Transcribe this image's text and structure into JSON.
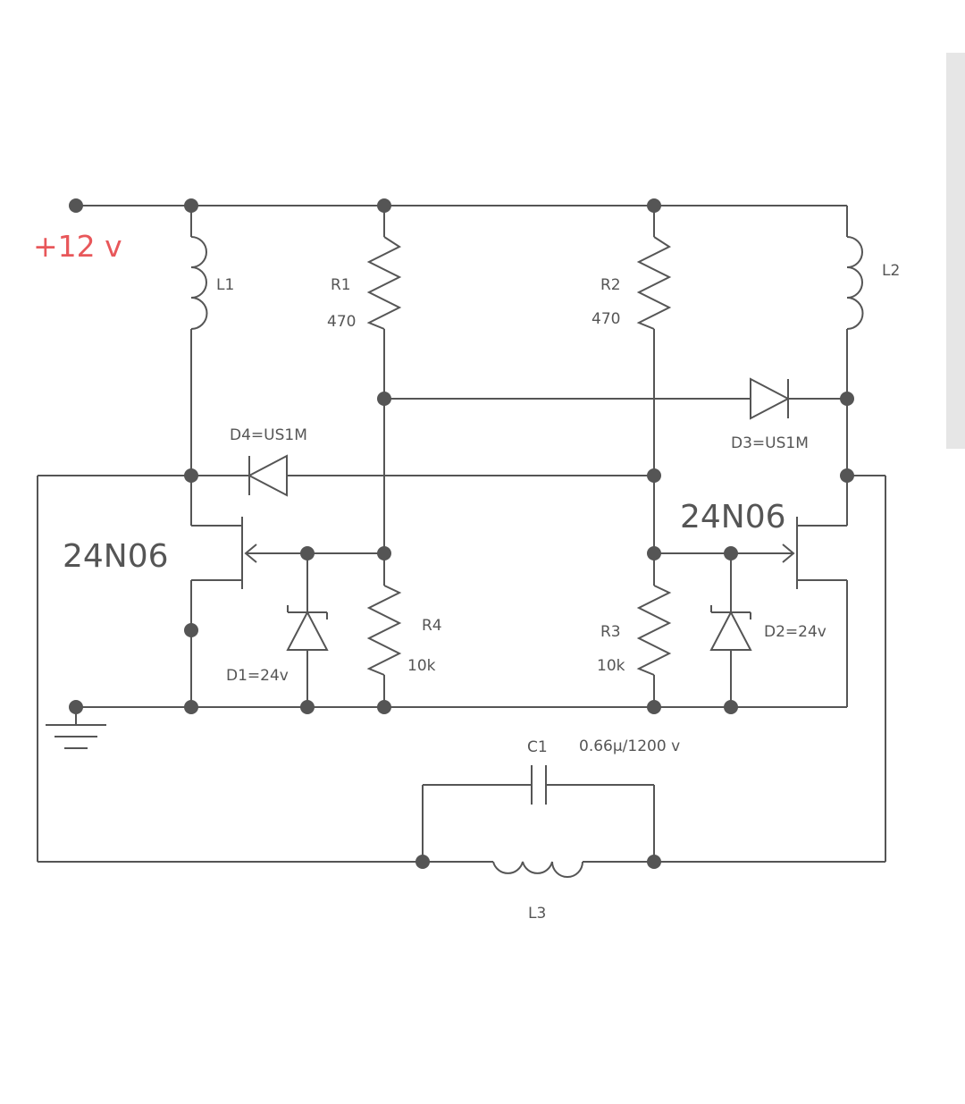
{
  "supply_label": "+12 v",
  "transistor_left": "24N06",
  "transistor_right": "24N06",
  "labels": {
    "L1": "L1",
    "L2": "L2",
    "L3": "L3",
    "R1": "R1",
    "R1_value": "470",
    "R2": "R2",
    "R2_value": "470",
    "R3": "R3",
    "R3_value": "10k",
    "R4": "R4",
    "R4_value": "10k",
    "D1": "D1=24v",
    "D2": "D2=24v",
    "D3": "D3=US1M",
    "D4": "D4=US1M",
    "C1": "C1",
    "C1_value": "0.66µ/1200 v"
  },
  "colors": {
    "wire": "#555555",
    "supply_label": "#e8575a",
    "scrollbar": "#e6e6e6"
  }
}
